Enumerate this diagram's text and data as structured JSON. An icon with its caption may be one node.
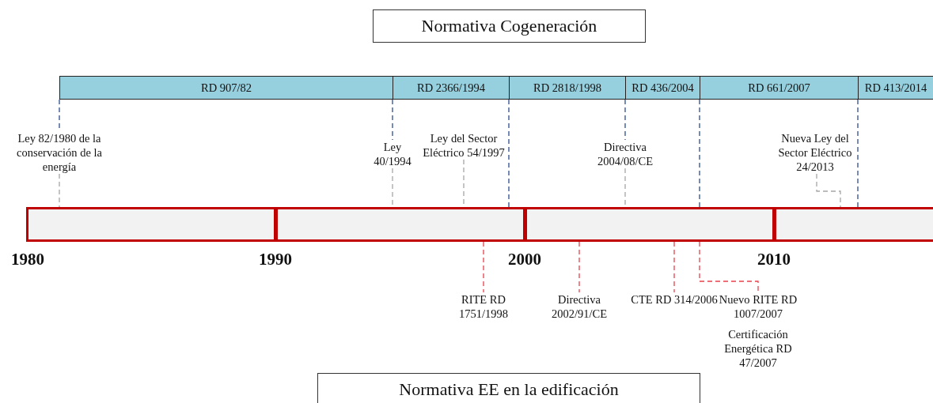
{
  "diagram": {
    "nodes": [
      {
        "text": [
          "Normativa Cogeneración"
        ]
      },
      {
        "text": [
          "RD 907/82"
        ]
      },
      {
        "text": [
          "RD 2366/1994"
        ]
      },
      {
        "text": [
          "RD 2818/1998"
        ]
      },
      {
        "text": [
          "RD 436/2004"
        ]
      },
      {
        "text": [
          "RD 661/2007"
        ]
      },
      {
        "text": [
          "RD 413/2014"
        ]
      },
      {
        "text": [
          "Ley 82/1980 de la conservación de la energía"
        ]
      },
      {
        "text": [
          "Ley 40/1994"
        ]
      },
      {
        "text": [
          "Ley del Sector Eléctrico 54/1997"
        ]
      },
      {
        "text": [
          "Directiva 2004/08/CE"
        ]
      },
      {
        "text": [
          "Nueva Ley del Sector Eléctrico 24/2013"
        ]
      },
      {
        "text": [],
        "shape": "bar"
      },
      {
        "text": [],
        "shape": "bar"
      },
      {
        "text": [],
        "shape": "bar"
      },
      {
        "text": [],
        "shape": "bar"
      },
      {
        "text": [
          "RITE RD 1751/1998"
        ]
      },
      {
        "text": [
          "Directiva 2002/91/CE"
        ]
      },
      {
        "text": [
          "CTE RD 314/2006"
        ]
      },
      {
        "text": [
          "Nuevo RITE RD 1007/2007"
        ]
      },
      {
        "text": [
          "Normativa EE en la edificación"
        ]
      }
    ],
    "edges": [
      {
        "from": 1,
        "to": 7,
        "arrow": "none",
        "style": "dashed"
      },
      {
        "from": 7,
        "to": 12,
        "arrow": "none",
        "style": "dashed",
        "color": "#a6a6a6"
      },
      {
        "from": 2,
        "to": 8,
        "arrow": "none",
        "style": "dashed"
      },
      {
        "from": 8,
        "to": 13,
        "arrow": "none",
        "style": "dashed",
        "color": "#a6a6a6"
      },
      {
        "from": 9,
        "to": 13,
        "arrow": "none",
        "style": "dashed",
        "color": "#a6a6a6"
      },
      {
        "from": 3,
        "to": 13,
        "arrow": "none",
        "style": "dashed"
      },
      {
        "from": 4,
        "to": 10,
        "arrow": "none",
        "style": "dashed"
      },
      {
        "from": 10,
        "to": 14,
        "arrow": "none",
        "style": "dashed",
        "color": "#a6a6a6"
      },
      {
        "from": 5,
        "to": 14,
        "arrow": "none",
        "style": "dashed"
      },
      {
        "from": 11,
        "to": 15,
        "arrow": "none",
        "style": "dashed",
        "color": "#a6a6a6"
      },
      {
        "from": 6,
        "to": 15,
        "arrow": "none",
        "style": "dashed"
      },
      {
        "from": 13,
        "to": 16,
        "arrow": "none",
        "style": "dashed",
        "color": "#e8424d"
      },
      {
        "from": 14,
        "to": 17,
        "arrow": "none",
        "style": "dashed",
        "color": "#e8424d"
      },
      {
        "from": 14,
        "to": 18,
        "arrow": "none",
        "style": "dashed",
        "color": "#e8424d"
      },
      {
        "from": 14,
        "to": 19,
        "arrow": "none",
        "style": "dashed",
        "color": "#e8424d"
      }
    ],
    "labels": [
      "1980",
      "1990",
      "2000",
      "2010",
      "Certificación Energética RD 47/2007"
    ]
  }
}
